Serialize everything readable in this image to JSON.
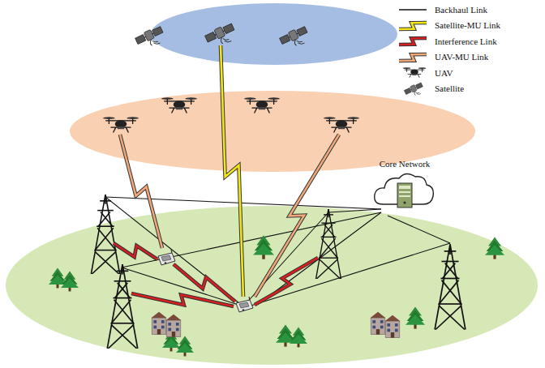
{
  "diagram": {
    "nodes": [
      {
        "text": [
          "Core Network"
        ]
      }
    ],
    "edges": [],
    "legend": [
      {
        "text": "Backhaul Link"
      },
      {
        "text": "Satellite-MU Link"
      },
      {
        "text": "Interference Link"
      },
      {
        "text": "UAV-MU Link"
      },
      {
        "text": "UAV"
      },
      {
        "text": "Satellite"
      }
    ]
  }
}
